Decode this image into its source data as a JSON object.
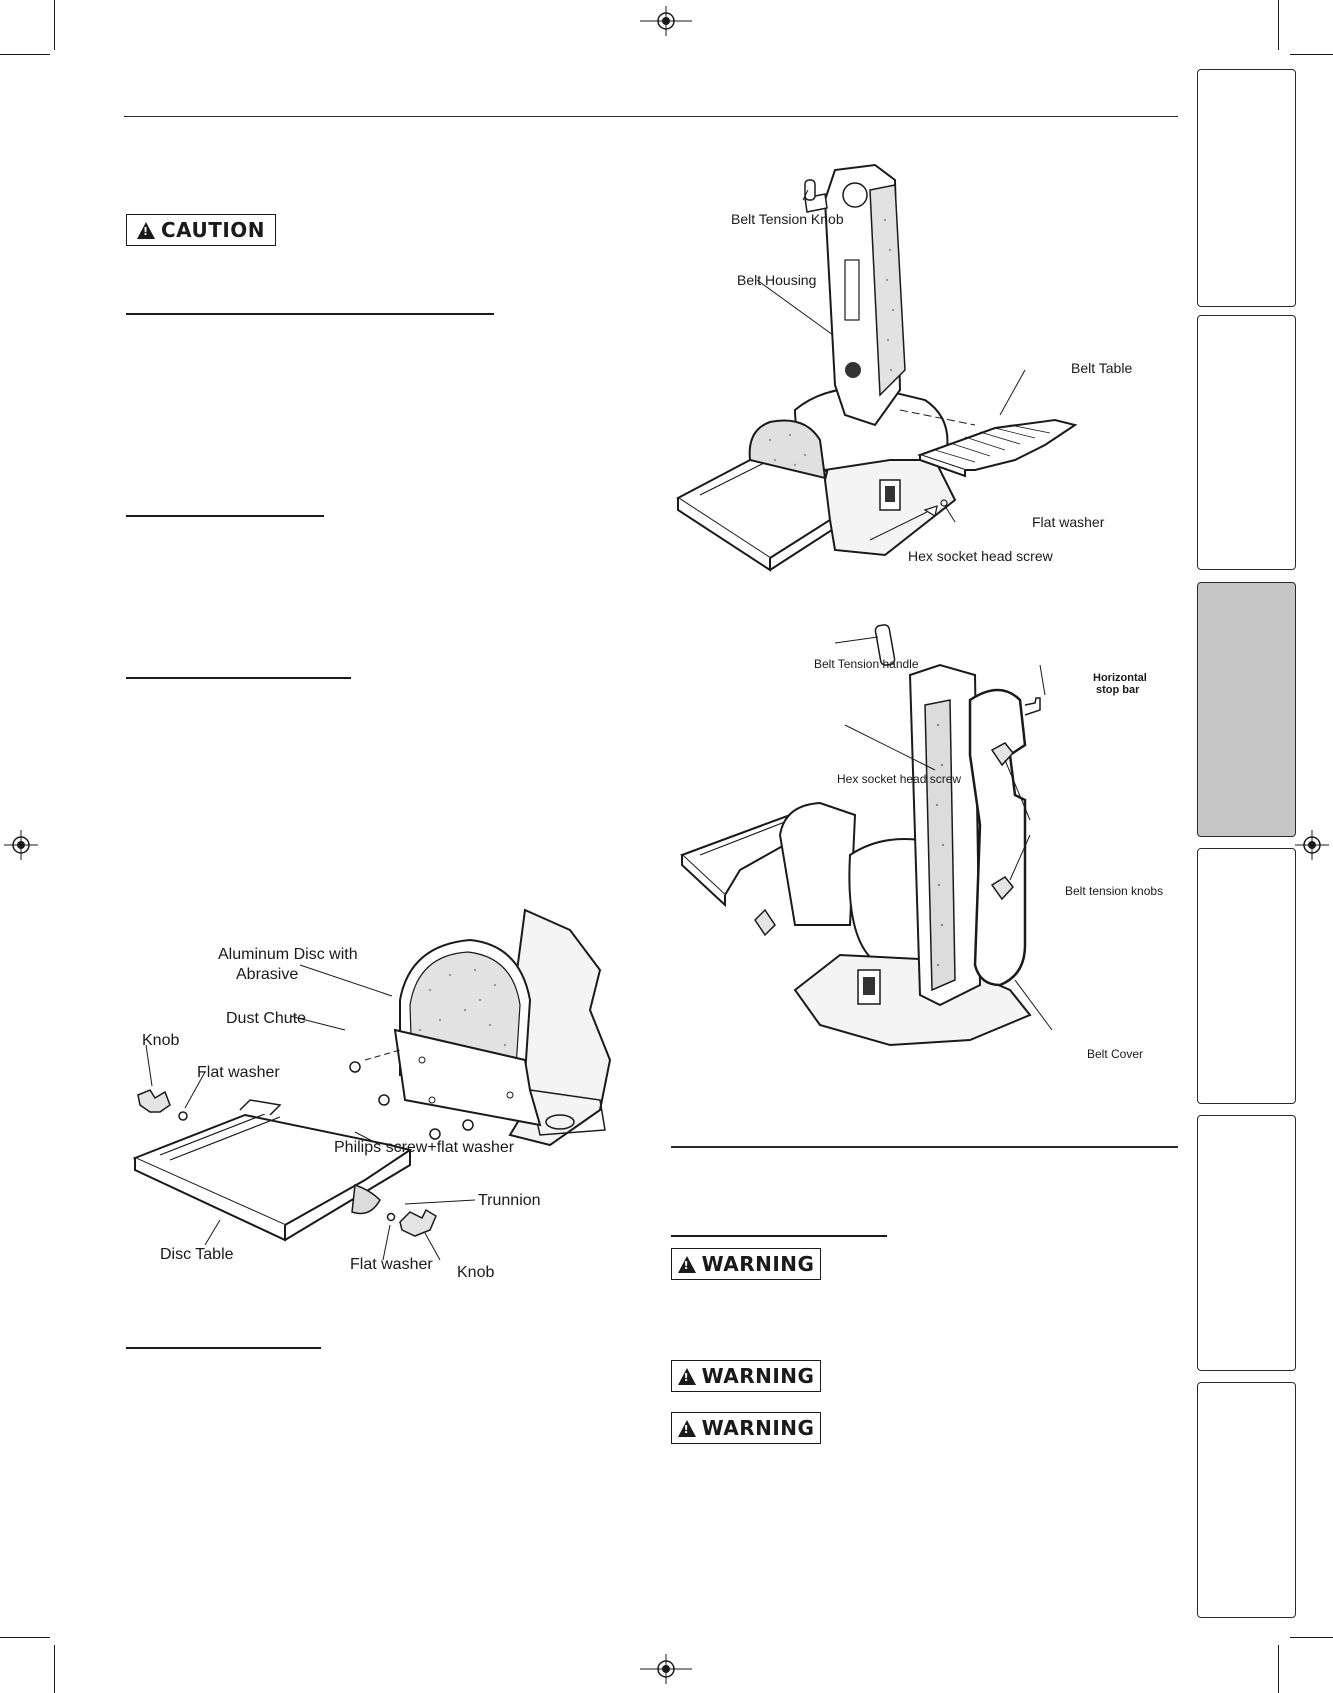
{
  "badges": {
    "caution": "CAUTION",
    "warning_1": "WARNING",
    "warning_2": "WARNING",
    "warning_3": "WARNING"
  },
  "figure_belt_table": {
    "belt_tension_knob": "Belt Tension Knob",
    "belt_housing": "Belt Housing",
    "belt_table": "Belt Table",
    "flat_washer": "Flat washer",
    "hex_socket_head_screw": "Hex socket head screw"
  },
  "figure_belt_cover": {
    "belt_tension_handle": "Belt Tension handle",
    "horizontal_stop_bar_1": "Horizontal",
    "horizontal_stop_bar_2": "stop bar",
    "hex_socket_head_screw": "Hex socket head screw",
    "belt_tension_knobs": "Belt tension knobs",
    "belt_cover": "Belt Cover"
  },
  "figure_disc_table": {
    "aluminum_disc_1": "Aluminum Disc with",
    "aluminum_disc_2": "Abrasive",
    "dust_chute": "Dust Chute",
    "knob_left": "Knob",
    "flat_washer_top": "Flat washer",
    "philips_screw": "Philips screw+flat washer",
    "trunnion": "Trunnion",
    "disc_table": "Disc Table",
    "flat_washer_bottom": "Flat washer",
    "knob_right": "Knob"
  },
  "side_tabs": [
    {
      "state": "inactive"
    },
    {
      "state": "inactive"
    },
    {
      "state": "active",
      "color": "#c6c6c6"
    },
    {
      "state": "inactive"
    },
    {
      "state": "inactive"
    },
    {
      "state": "inactive"
    }
  ]
}
